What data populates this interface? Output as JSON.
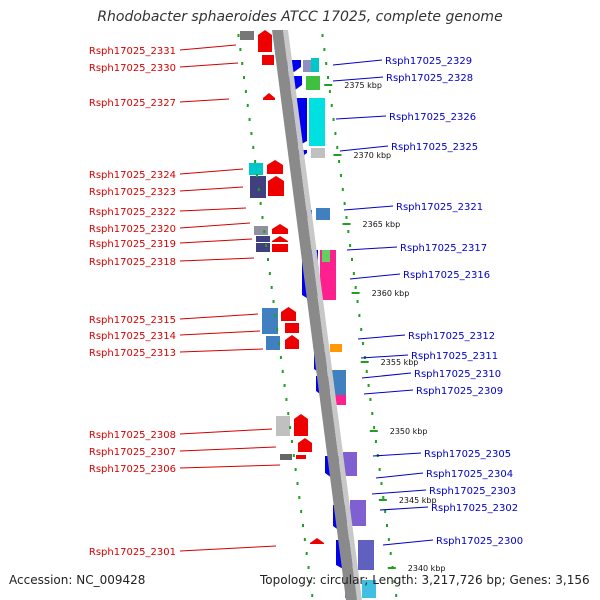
{
  "title": "Rhodobacter sphaeroides ATCC 17025, complete genome",
  "footer": {
    "accession": "Accession: NC_009428",
    "summary": "Topology: circular; Length: 3,217,726 bp; Genes: 3,156"
  },
  "colors": {
    "left_label": "#d40000",
    "right_label": "#0000c8",
    "backbone": "#888888",
    "tick": "#20a020"
  },
  "ruler": [
    "2375 kbp",
    "2370 kbp",
    "2365 kbp",
    "2360 kbp",
    "2355 kbp",
    "2350 kbp",
    "2345 kbp",
    "2340 kbp"
  ],
  "left_genes": [
    "Rsph17025_2331",
    "Rsph17025_2330",
    "Rsph17025_2327",
    "Rsph17025_2324",
    "Rsph17025_2323",
    "Rsph17025_2322",
    "Rsph17025_2320",
    "Rsph17025_2319",
    "Rsph17025_2318",
    "Rsph17025_2315",
    "Rsph17025_2314",
    "Rsph17025_2313",
    "Rsph17025_2308",
    "Rsph17025_2307",
    "Rsph17025_2306",
    "Rsph17025_2301"
  ],
  "right_genes": [
    "Rsph17025_2329",
    "Rsph17025_2328",
    "Rsph17025_2326",
    "Rsph17025_2325",
    "Rsph17025_2321",
    "Rsph17025_2317",
    "Rsph17025_2316",
    "Rsph17025_2312",
    "Rsph17025_2311",
    "Rsph17025_2310",
    "Rsph17025_2309",
    "Rsph17025_2305",
    "Rsph17025_2304",
    "Rsph17025_2303",
    "Rsph17025_2302",
    "Rsph17025_2300"
  ]
}
